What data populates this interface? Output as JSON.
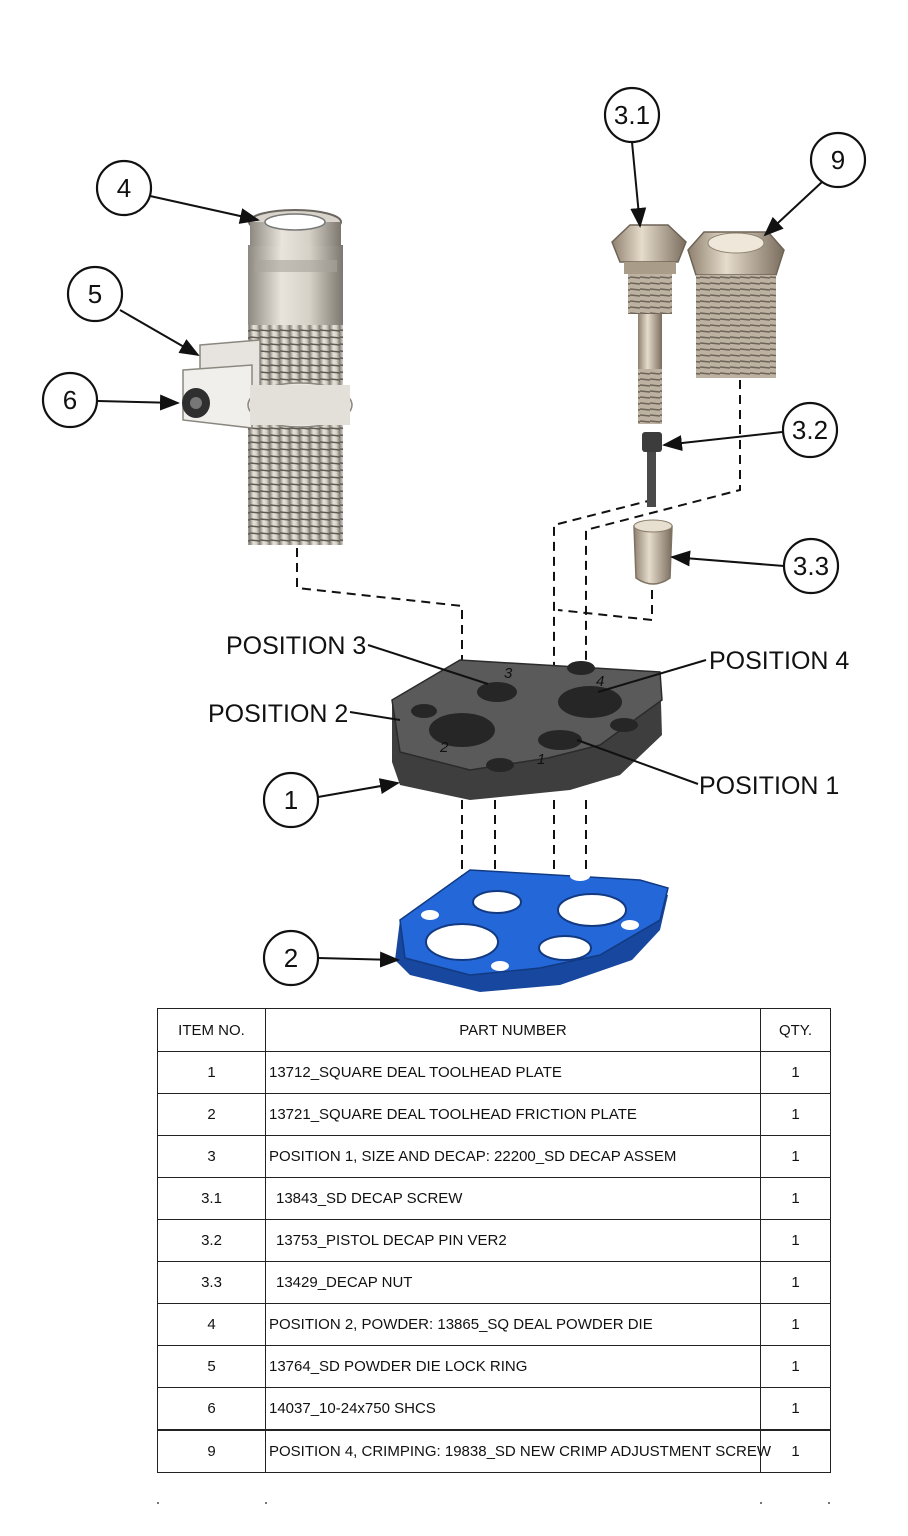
{
  "callouts": {
    "b1": "1",
    "b2": "2",
    "b3_1": "3.1",
    "b3_2": "3.2",
    "b3_3": "3.3",
    "b4": "4",
    "b5": "5",
    "b6": "6",
    "b9": "9"
  },
  "positions": {
    "p1": "POSITION 1",
    "p2": "POSITION 2",
    "p3": "POSITION 3",
    "p4": "POSITION 4"
  },
  "plate_numbers": {
    "n1": "1",
    "n2": "2",
    "n3": "3",
    "n4": "4"
  },
  "colors": {
    "toolhead_plate": "#4a4a4a",
    "friction_plate": "#1f5fc8",
    "metal": "#c9c4bb",
    "outline": "#111111"
  },
  "bom": {
    "headers": {
      "item": "ITEM NO.",
      "part": "PART NUMBER",
      "qty": "QTY."
    },
    "rows": [
      {
        "item": "1",
        "part": "13712_SQUARE DEAL TOOLHEAD PLATE",
        "qty": "1"
      },
      {
        "item": "2",
        "part": "13721_SQUARE DEAL TOOLHEAD FRICTION PLATE",
        "qty": "1"
      },
      {
        "item": "3",
        "part": "POSITION 1, SIZE AND DECAP: 22200_SD DECAP ASSEM",
        "qty": "1"
      },
      {
        "item": "3.1",
        "part": "  13843_SD DECAP SCREW",
        "qty": "1"
      },
      {
        "item": "3.2",
        "part": "  13753_PISTOL DECAP PIN VER2",
        "qty": "1"
      },
      {
        "item": "3.3",
        "part": "  13429_DECAP NUT",
        "qty": "1"
      },
      {
        "item": "4",
        "part": "POSITION 2, POWDER: 13865_SQ DEAL POWDER DIE",
        "qty": "1"
      },
      {
        "item": "5",
        "part": "13764_SD POWDER DIE LOCK RING",
        "qty": "1"
      },
      {
        "item": "6",
        "part": "14037_10-24x750 SHCS",
        "qty": "1"
      },
      {
        "item": "9",
        "part": "POSITION 4, CRIMPING:  19838_SD NEW CRIMP ADJUSTMENT SCREW",
        "qty": "1"
      }
    ]
  }
}
